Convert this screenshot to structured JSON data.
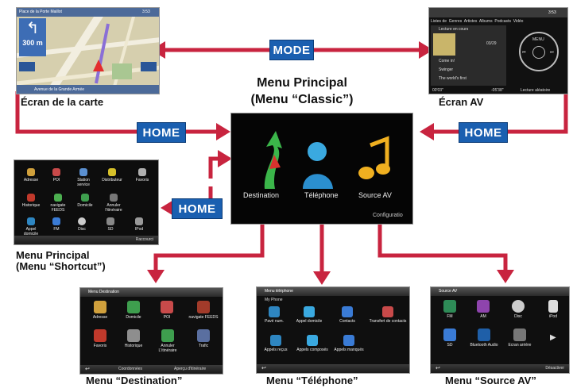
{
  "colors": {
    "arrow": "#c8243f",
    "button": "#1a5fb0",
    "screen_bg": "#1b1b1b"
  },
  "buttons": {
    "mode": "MODE",
    "home_left": "HOME",
    "home_right": "HOME",
    "home_shortcut": "HOME"
  },
  "captions": {
    "map": "Écran de la carte",
    "av": "Écran AV",
    "main_title_1": "Menu Principal",
    "main_title_2": "(Menu “Classic”)",
    "shortcut_1": "Menu Principal",
    "shortcut_2": "(Menu “Shortcut”)",
    "destination": "Menu “Destination”",
    "telephone": "Menu “Téléphone”",
    "source_av": "Menu “Source AV”"
  },
  "map_screen": {
    "street_top": "Place de la Porte Maillot",
    "distance": "300 m",
    "time": "3:53",
    "street_bottom": "Avenue de la Grande Armée"
  },
  "av_screen": {
    "time": "3:53",
    "tabs": [
      "Listes de",
      "Genres",
      "Artistes",
      "Albums",
      "Podcasts",
      "Vidéo"
    ],
    "now_playing": "Lecture en cours",
    "tracks": [
      "Come in!",
      "Swinger",
      "The world's first"
    ],
    "counter": "03/29",
    "menu_label": "MENU",
    "shuffle": "Lecture aléatoire",
    "elapsed": "00'03\"",
    "remaining": "-05'38\""
  },
  "main_menu": {
    "items": [
      "Destination",
      "Téléphone",
      "Source AV"
    ],
    "config": "Configuratio"
  },
  "shortcut_menu": {
    "items": [
      "Adresse",
      "POI",
      "Station service",
      "Distributeur",
      "Favoris",
      "Historique",
      "navigate FEEDS",
      "Domicile",
      "Annuler l'itinéraire",
      "Appel domicile",
      "Disc",
      "FM",
      "SD",
      "IPod"
    ],
    "footer": "Raccourci"
  },
  "dest_menu": {
    "title": "Menu Destination",
    "items": [
      "Adresse",
      "Domicile",
      "POI",
      "navigate FEEDS",
      "Favoris",
      "Historique",
      "Annuler L'itinéraire",
      "Trafic"
    ],
    "footer": [
      "Coordonnées",
      "Aperçu d'itinéraire"
    ]
  },
  "tel_menu": {
    "title": "Menu téléphone",
    "phone": "My Phone",
    "items": [
      "Pavé num.",
      "Appel domicile",
      "Contacts",
      "Transfert de contacts",
      "Appels reçus",
      "Appels composés",
      "Appels manqués"
    ]
  },
  "av_menu": {
    "title": "Source AV",
    "items": [
      "FM",
      "AM",
      "Disc",
      "iPod",
      "SD",
      "Bluetooth Audio",
      "Ecran arrière"
    ],
    "footer": "Désactiver"
  }
}
